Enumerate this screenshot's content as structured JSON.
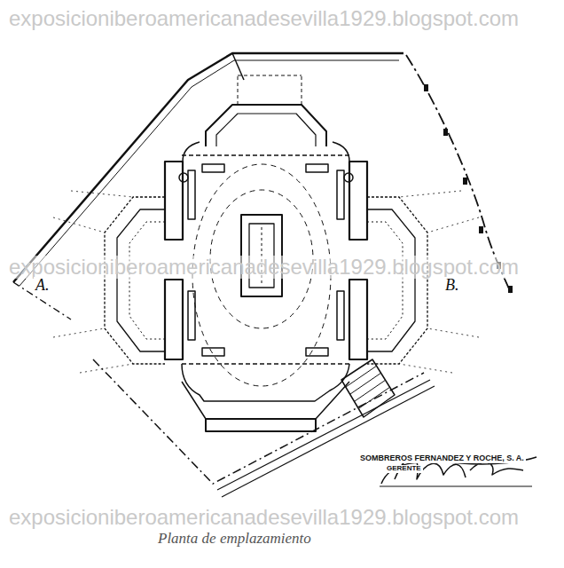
{
  "diagram": {
    "caption": "Planta de emplazamiento",
    "nodes": [],
    "edges": [],
    "labels": [
      "exposicioniberoamericanadesevilla1929.blogspot.com",
      "exposicioniberoamericanadesevilla1929.blogspot.com",
      "exposicioniberoamericanadesevilla1929.blogspot.com",
      "A.",
      "B.",
      "SOMBREROS FERNANDEZ Y ROCHE, S. A.",
      "GERENTE"
    ]
  }
}
